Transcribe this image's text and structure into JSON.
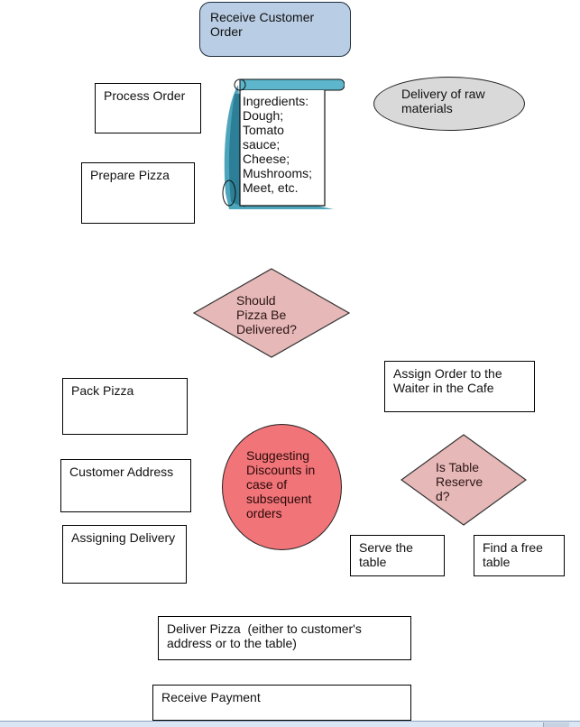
{
  "diagram": {
    "nodes": {
      "receive_order": "Receive Customer\nOrder",
      "process_order": "Process Order",
      "prepare_pizza": "Prepare Pizza",
      "ingredients": [
        "Ingredients:",
        "Dough;",
        "Tomato",
        "sauce;",
        "Cheese;",
        "Mushrooms;",
        "Meet, etc."
      ],
      "delivery_raw": [
        "Delivery of raw",
        "materials"
      ],
      "should_deliver": [
        "Should",
        "Pizza Be",
        "Delivered?"
      ],
      "pack_pizza": "Pack Pizza",
      "customer_address": "Customer Address",
      "assigning_delivery": "Assigning Delivery",
      "suggesting_discounts": [
        "Suggesting",
        "Discounts in",
        "case of",
        "subsequent",
        "orders"
      ],
      "assign_waiter": [
        "Assign Order to the",
        "Waiter in the Cafe"
      ],
      "is_table_reserved": [
        "Is Table",
        "Reserve",
        "d?"
      ],
      "serve_table": [
        "Serve the",
        "table"
      ],
      "find_free_table": [
        "Find a free",
        "table"
      ],
      "deliver_pizza": [
        "Deliver Pizza  (either to customer's",
        "address or to the table)"
      ],
      "receive_payment": "Receive Payment"
    },
    "colors": {
      "start_fill": "#b9cde4",
      "ellipse_fill": "#d9d9d9",
      "decision_fill": "#e6b8b7",
      "circle_fill": "#f07478",
      "scroll_accent": "#3a9bb4"
    }
  }
}
